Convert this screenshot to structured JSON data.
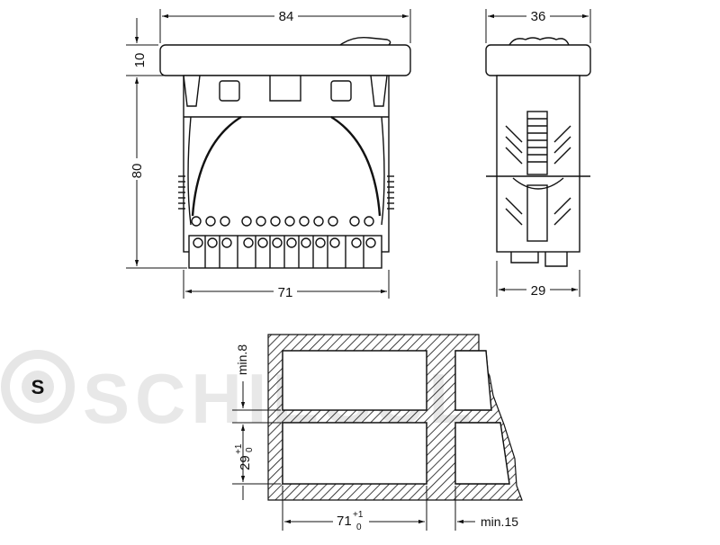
{
  "watermark": {
    "logo_glyph": "S",
    "text": "SCHIESSL"
  },
  "front_view": {
    "width_top": "84",
    "bezel_height": "10",
    "body_height": "80",
    "body_width": "71"
  },
  "side_view": {
    "width_top": "36",
    "body_width": "29"
  },
  "cutout": {
    "gap_label": "min.8",
    "height_base": "29",
    "height_tol_upper": "+1",
    "height_tol_lower": "0",
    "width_base": "71",
    "width_tol_upper": "+1",
    "width_tol_lower": "0",
    "side_gap_label": "min.15"
  },
  "colors": {
    "line": "#111111",
    "watermark": "#e6e6e6"
  }
}
